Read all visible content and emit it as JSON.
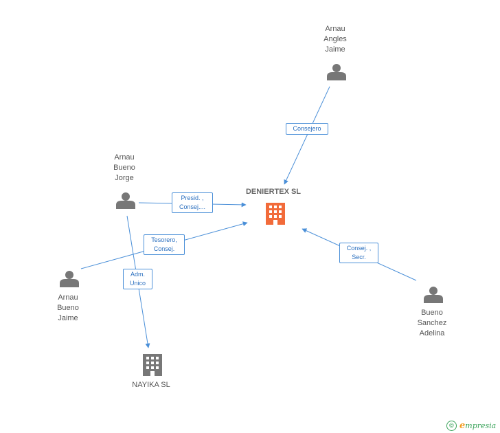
{
  "companies": {
    "main": {
      "name": "DENIERTEX SL",
      "color": "#f26b3a"
    },
    "nayika": {
      "name": "NAYIKA  SL",
      "color": "#777777"
    }
  },
  "people": {
    "arnau_angles": {
      "lines": [
        "Arnau",
        "Angles",
        "Jaime"
      ]
    },
    "arnau_bueno_jorge": {
      "lines": [
        "Arnau",
        "Bueno",
        "Jorge"
      ]
    },
    "arnau_bueno_jaime": {
      "lines": [
        "Arnau",
        "Bueno",
        "Jaime"
      ]
    },
    "bueno_sanchez": {
      "lines": [
        "Bueno",
        "Sanchez",
        "Adelina"
      ]
    }
  },
  "relations": {
    "consejero": {
      "lines": [
        "Consejero"
      ]
    },
    "presid": {
      "lines": [
        "Presid. ,",
        "Consej...."
      ]
    },
    "tesorero": {
      "lines": [
        "Tesorero,",
        "Consej."
      ]
    },
    "consej_secr": {
      "lines": [
        "Consej. ,",
        "Secr."
      ]
    },
    "adm_unico": {
      "lines": [
        "Adm.",
        "Unico"
      ]
    }
  },
  "colors": {
    "edge": "#4a8fd8",
    "person": "#777777",
    "brand": "#3aa35a"
  },
  "footer": {
    "copyright_symbol": "©",
    "brand_initial": "e",
    "brand_rest": "mpresia"
  }
}
